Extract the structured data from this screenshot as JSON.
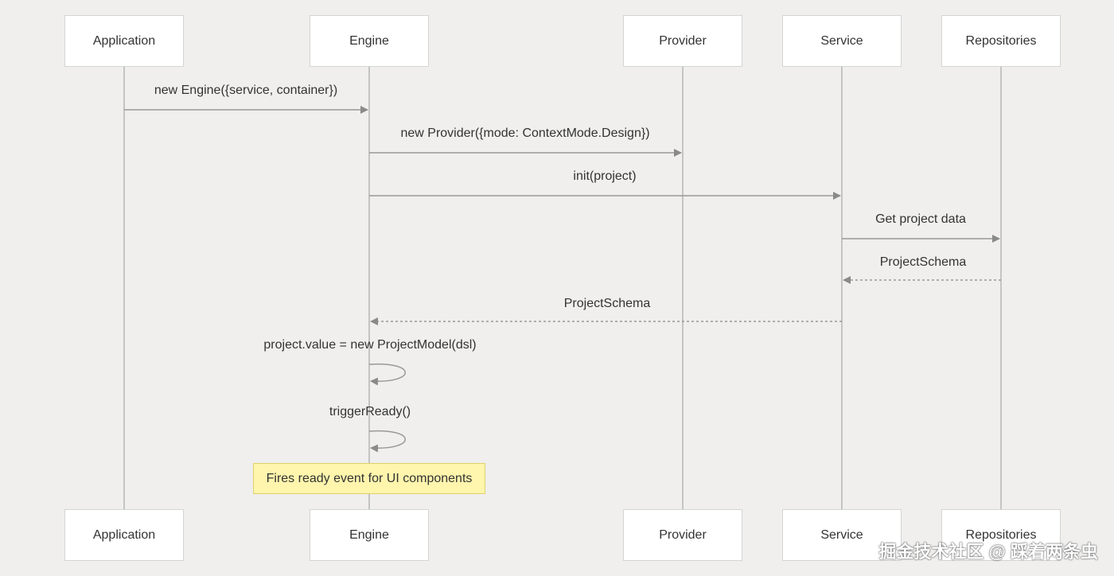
{
  "participants": [
    "Application",
    "Engine",
    "Provider",
    "Service",
    "Repositories"
  ],
  "messages": [
    {
      "from": "Application",
      "to": "Engine",
      "label": "new Engine({service, container})",
      "style": "solid"
    },
    {
      "from": "Engine",
      "to": "Provider",
      "label": "new Provider({mode: ContextMode.Design})",
      "style": "solid"
    },
    {
      "from": "Engine",
      "to": "Service",
      "label": "init(project)",
      "style": "solid"
    },
    {
      "from": "Service",
      "to": "Repositories",
      "label": "Get project data",
      "style": "solid"
    },
    {
      "from": "Repositories",
      "to": "Service",
      "label": "ProjectSchema",
      "style": "dashed"
    },
    {
      "from": "Service",
      "to": "Engine",
      "label": "ProjectSchema",
      "style": "dashed"
    },
    {
      "from": "Engine",
      "to": "Engine",
      "label": "project.value = new ProjectModel(dsl)",
      "style": "self"
    },
    {
      "from": "Engine",
      "to": "Engine",
      "label": "triggerReady()",
      "style": "self"
    }
  ],
  "note": {
    "over": "Engine",
    "text": "Fires ready event for UI components"
  },
  "watermark": "掘金技术社区 @ 踩着两条虫",
  "colors": {
    "background": "#f0efee",
    "line": "#999999",
    "note_bg": "#fff5ad"
  }
}
